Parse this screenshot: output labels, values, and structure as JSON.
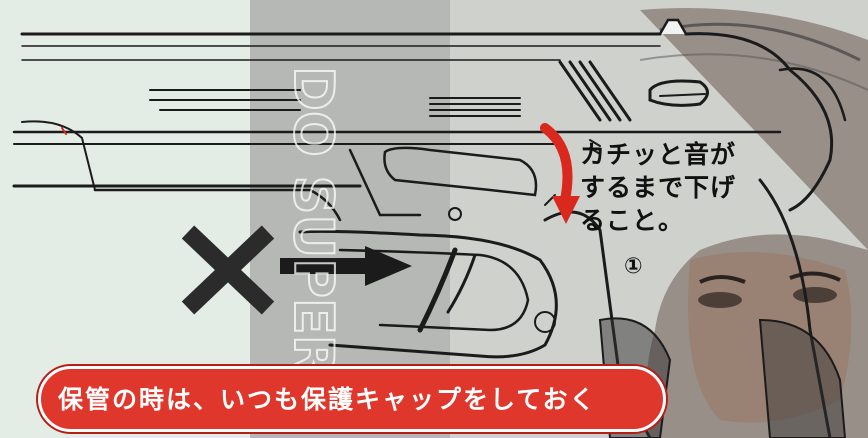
{
  "caption": {
    "line1": "カチッと音が",
    "line2": "するまで下げ",
    "line3": "ること。"
  },
  "step_label": "①",
  "banner_text": "保管の時は、いつも保護キャップをしておく",
  "watermark_text": "DO SUPER",
  "colors": {
    "banner": "#e0372c",
    "arrow_red": "#d9281e",
    "ink": "#1b1b1b"
  }
}
